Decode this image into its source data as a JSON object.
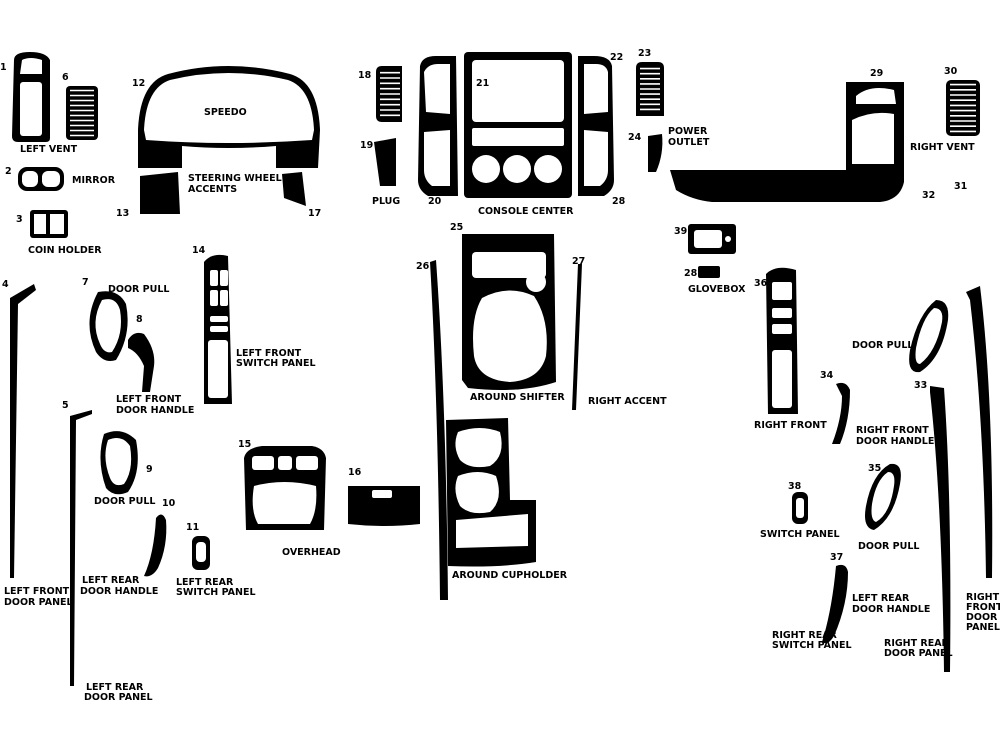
{
  "colors": {
    "piece": "#000000",
    "background": "#ffffff",
    "cutout": "#ffffff"
  },
  "labels": {
    "left_vent": "LEFT VENT",
    "mirror": "MIRROR",
    "coin_holder": "COIN HOLDER",
    "speedo": "SPEEDO",
    "steering_1": "STEERING WHEEL",
    "steering_2": "ACCENTS",
    "plug": "PLUG",
    "console_center": "CONSOLE CENTER",
    "power_1": "POWER",
    "power_2": "OUTLET",
    "right_vent": "RIGHT VENT",
    "glovebox": "GLOVEBOX",
    "door_pull_lf": "DOOR PULL",
    "lf_handle_1": "LEFT FRONT",
    "lf_handle_2": "DOOR HANDLE",
    "lf_switch_1": "LEFT FRONT",
    "lf_switch_2": "SWITCH PANEL",
    "around_shifter": "AROUND SHIFTER",
    "right_accent": "RIGHT ACCENT",
    "door_pull_rf": "DOOR PULL",
    "right_front": "RIGHT FRONT",
    "rf_handle_1": "RIGHT FRONT",
    "rf_handle_2": "DOOR HANDLE",
    "door_pull_lr": "DOOR PULL",
    "overhead": "OVERHEAD",
    "around_cupholder": "AROUND CUPHOLDER",
    "switch_panel": "SWITCH PANEL",
    "door_pull_rr": "DOOR PULL",
    "lf_panel_1": "LEFT FRONT",
    "lf_panel_2": "DOOR PANEL",
    "lr_handle_1": "LEFT REAR",
    "lr_handle_2": "DOOR HANDLE",
    "lr_switch_1": "LEFT REAR",
    "lr_switch_2": "SWITCH PANEL",
    "rr_handle_1": "LEFT REAR",
    "rr_handle_2": "DOOR HANDLE",
    "rr_switch_1": "RIGHT REAR",
    "rr_switch_2": "SWITCH PANEL",
    "rr_panel_1": "RIGHT REAR",
    "rr_panel_2": "DOOR PANEL",
    "rf_panel_1": "RIGHT",
    "rf_panel_2": "FRONT",
    "rf_panel_3": "DOOR",
    "rf_panel_4": "PANEL",
    "lr_panel_1": "LEFT REAR",
    "lr_panel_2": "DOOR PANEL"
  },
  "numbers": {
    "n1": "1",
    "n2": "2",
    "n3": "3",
    "n4": "4",
    "n5": "5",
    "n6": "6",
    "n7": "7",
    "n8": "8",
    "n9": "9",
    "n10": "10",
    "n11": "11",
    "n12": "12",
    "n13": "13",
    "n14": "14",
    "n15": "15",
    "n16": "16",
    "n17": "17",
    "n18": "18",
    "n19": "19",
    "n20": "20",
    "n21": "21",
    "n22": "22",
    "n23": "23",
    "n24": "24",
    "n25": "25",
    "n26": "26",
    "n27": "27",
    "n28": "28",
    "n28b": "28",
    "n29": "29",
    "n30": "30",
    "n31": "31",
    "n32": "32",
    "n33": "33",
    "n34": "34",
    "n35": "35",
    "n36": "36",
    "n37": "37",
    "n38": "38",
    "n39": "39"
  }
}
